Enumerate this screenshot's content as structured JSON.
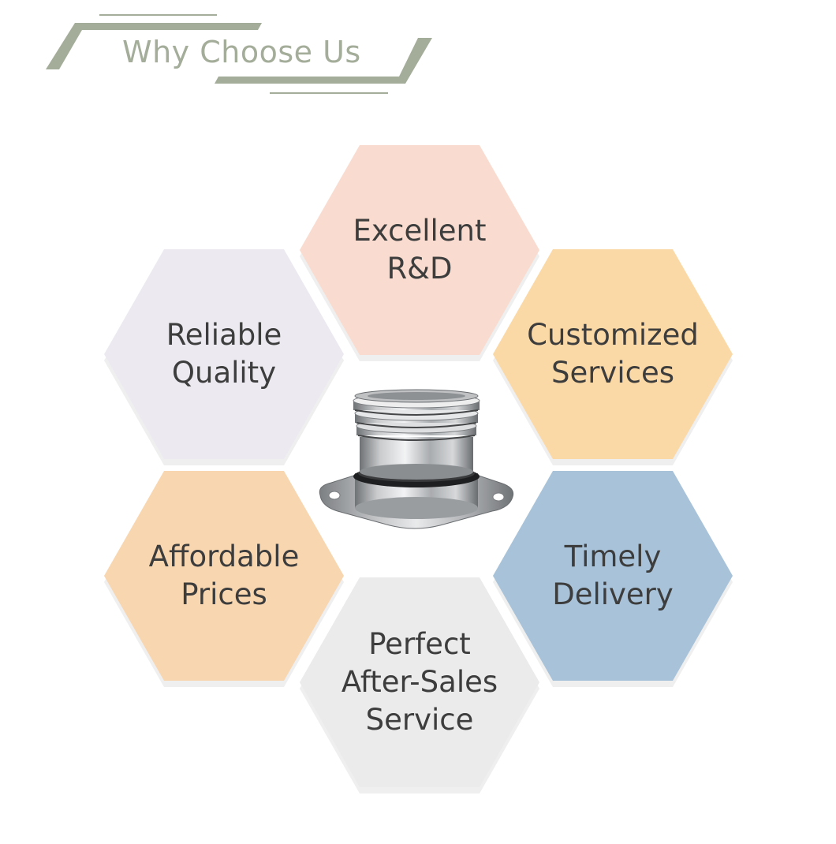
{
  "header": {
    "title": "Why Choose Us",
    "accent_color": "#a4ad9a"
  },
  "features": [
    {
      "label": "Excellent\nR&D",
      "color": "#f9dccf",
      "icon": "hexagon"
    },
    {
      "label": "Customized\nServices",
      "color": "#fbd9a6",
      "icon": "hexagon"
    },
    {
      "label": "Timely\nDelivery",
      "color": "#a8c3d9",
      "icon": "hexagon"
    },
    {
      "label": "Perfect\nAfter-Sales\nService",
      "color": "#ebebeb",
      "icon": "hexagon"
    },
    {
      "label": "Affordable\nPrices",
      "color": "#f8d6b0",
      "icon": "hexagon"
    },
    {
      "label": "Reliable\nQuality",
      "color": "#eceaf0",
      "icon": "hexagon"
    }
  ],
  "product": {
    "icon": "mechanical-seal-image"
  }
}
